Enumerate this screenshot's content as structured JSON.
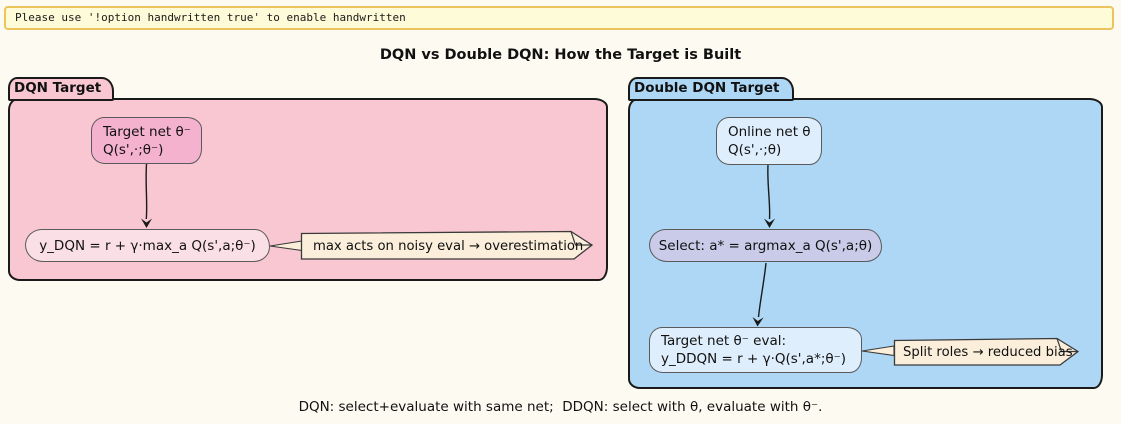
{
  "banner": {
    "text": "Please use '!option handwritten true' to enable handwritten"
  },
  "title": "DQN vs Double DQN: How the Target is Built",
  "caption": "DQN: select+evaluate with same net;  DDQN: select with θ, evaluate with θ⁻.",
  "dqn_folder": {
    "label": "DQN Target",
    "target_net": {
      "line1": "Target net θ⁻",
      "line2": "Q(s',·;θ⁻)"
    },
    "y_dqn": "y_DQN = r + γ·max_a Q(s',a;θ⁻)",
    "note": "max acts on noisy eval → overestimation"
  },
  "ddqn_folder": {
    "label": "Double DQN Target",
    "online_net": {
      "line1": "Online net θ",
      "line2": "Q(s',·;θ)"
    },
    "select": "Select: a* = argmax_a Q(s',a;θ)",
    "target_eval": {
      "line1": "Target net θ⁻ eval:",
      "line2": "y_DDQN = r + γ·Q(s',a*;θ⁻)"
    },
    "note": "Split roles → reduced bias"
  },
  "colors": {
    "page_background": "#FCFAF1",
    "banner_background": "#FEFBD8",
    "banner_border": "#ECC45E",
    "dqn_folder_fill": "#F9C7D2",
    "dqn_target_net_fill": "#F4B2CE",
    "dqn_y_box_fill": "#FBDFE7",
    "ddqn_folder_fill": "#AED7F5",
    "ddqn_light_box_fill": "#DFEEFC",
    "ddqn_select_fill": "#C9CBE8",
    "note_fill": "#FBEFDB",
    "outline": "#1A1A1A"
  }
}
